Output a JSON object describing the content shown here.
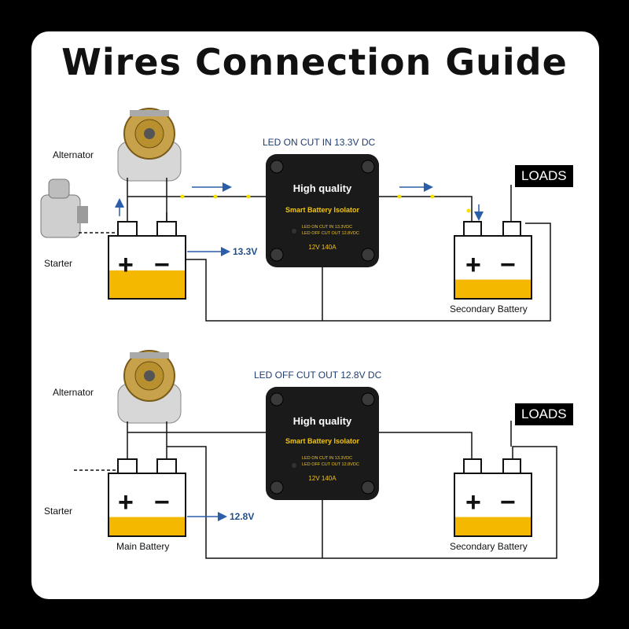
{
  "title": "Wires Connection Guide",
  "colors": {
    "battery_fill": "#f5b800",
    "wire_arrow": "#2a5ea8",
    "device_body": "#1a1a1a",
    "device_title": "#ffffff",
    "device_subtitle": "#f0c419",
    "led_dot": "#f5e200"
  },
  "top": {
    "header": "LED ON CUT IN 13.3V DC",
    "alternator_label": "Alternator",
    "starter_label": "Starter",
    "voltage": "13.3V",
    "secondary_label": "Secondary Battery",
    "loads": "LOADS",
    "main_plus": "+",
    "main_minus": "−",
    "sec_plus": "+",
    "sec_minus": "−",
    "main_fill_level": 0.45,
    "secondary_fill_level": 0.3,
    "isolator": {
      "title": "High quality",
      "subtitle": "Smart Battery Isolator",
      "line1": "LED ON CUT IN 13.3VDC",
      "line2": "LED OFF CUT OUT 12.8VDC",
      "rating": "12V 140A"
    }
  },
  "bottom": {
    "header": "LED OFF CUT OUT 12.8V DC",
    "alternator_label": "Alternator",
    "starter_label": "Starter",
    "voltage": "12.8V",
    "main_label": "Main Battery",
    "secondary_label": "Secondary Battery",
    "loads": "LOADS",
    "main_plus": "+",
    "main_minus": "−",
    "sec_plus": "+",
    "sec_minus": "−",
    "main_fill_level": 0.3,
    "secondary_fill_level": 0.3,
    "isolator": {
      "title": "High quality",
      "subtitle": "Smart Battery Isolator",
      "line1": "LED ON CUT IN 13.3VDC",
      "line2": "LED OFF CUT OUT 12.8VDC",
      "rating": "12V 140A"
    }
  }
}
